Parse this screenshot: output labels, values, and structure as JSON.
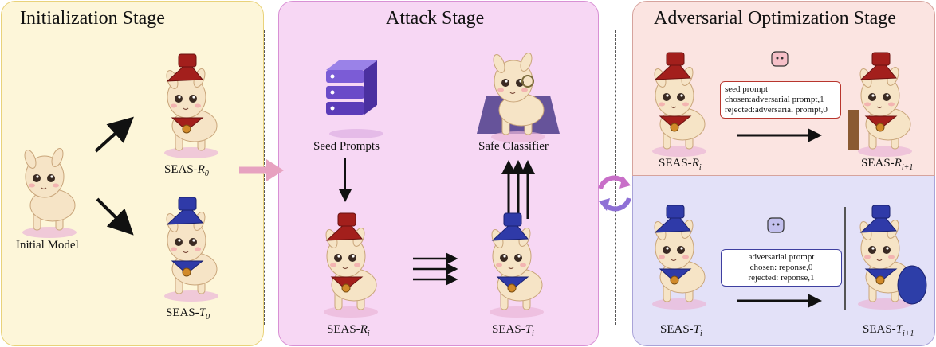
{
  "stages": {
    "init_title": "Initialization Stage",
    "attack_title": "Attack Stage",
    "adv_title": "Adversarial Optimization Stage"
  },
  "labels": {
    "initial_model": "Initial Model",
    "seas_prefix": "SEAS-",
    "r0": "R",
    "r0_sub": "0",
    "t0": "T",
    "t0_sub": "0",
    "ri": "R",
    "ri_sub": "i",
    "ti": "T",
    "ti_sub": "i",
    "ri1": "R",
    "ri1_sub": "i+1",
    "ti1": "T",
    "ti1_sub": "i+1",
    "seed_prompts": "Seed Prompts",
    "safe_classifier": "Safe Classifier"
  },
  "red_box": {
    "line1": "seed prompt",
    "line2": "chosen:adversarial prompt,1",
    "line3": "rejected:adversarial prompt,0"
  },
  "blue_box": {
    "line1": "adversarial prompt",
    "line2": "chosen: reponse,0",
    "line3": "rejected: reponse,1"
  },
  "colors": {
    "init_bg": "#fdf6d9",
    "attack_bg": "#f7d7f4",
    "adv_red_bg": "#fbe4e1",
    "adv_blue_bg": "#e3e1f8",
    "red_hat": "#a31f1c",
    "blue_hat": "#2f3aa8",
    "alpaca": "#f6e4c6"
  }
}
